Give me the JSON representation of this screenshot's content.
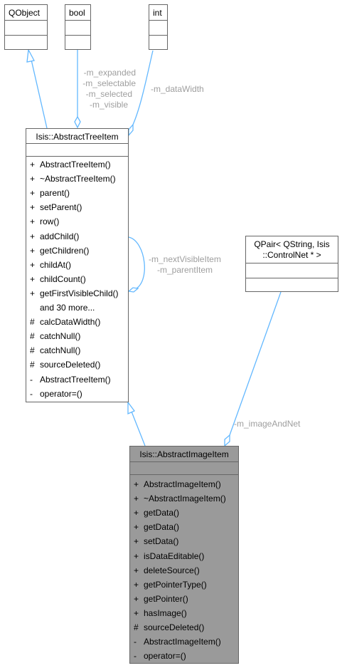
{
  "classes": {
    "qobject": {
      "title": "QObject"
    },
    "bool": {
      "title": "bool"
    },
    "int": {
      "title": "int"
    },
    "qpair": {
      "title_line1": "QPair< QString, Isis",
      "title_line2": "::ControlNet * >"
    },
    "abstract_tree_item": {
      "title": "Isis::AbstractTreeItem",
      "members": [
        {
          "vis": "+",
          "name": "AbstractTreeItem()"
        },
        {
          "vis": "+",
          "name": "~AbstractTreeItem()"
        },
        {
          "vis": "+",
          "name": "parent()"
        },
        {
          "vis": "+",
          "name": "setParent()"
        },
        {
          "vis": "+",
          "name": "row()"
        },
        {
          "vis": "+",
          "name": "addChild()"
        },
        {
          "vis": "+",
          "name": "getChildren()"
        },
        {
          "vis": "+",
          "name": "childAt()"
        },
        {
          "vis": "+",
          "name": "childCount()"
        },
        {
          "vis": "+",
          "name": "getFirstVisibleChild()"
        },
        {
          "vis": "",
          "name": "and 30 more..."
        },
        {
          "vis": "#",
          "name": "calcDataWidth()"
        },
        {
          "vis": "#",
          "name": "catchNull()"
        },
        {
          "vis": "#",
          "name": "catchNull()"
        },
        {
          "vis": "#",
          "name": "sourceDeleted()"
        },
        {
          "vis": "-",
          "name": "AbstractTreeItem()"
        },
        {
          "vis": "-",
          "name": "operator=()"
        }
      ]
    },
    "abstract_image_item": {
      "title": "Isis::AbstractImageItem",
      "members": [
        {
          "vis": "+",
          "name": "AbstractImageItem()"
        },
        {
          "vis": "+",
          "name": "~AbstractImageItem()"
        },
        {
          "vis": "+",
          "name": "getData()"
        },
        {
          "vis": "+",
          "name": "getData()"
        },
        {
          "vis": "+",
          "name": "setData()"
        },
        {
          "vis": "+",
          "name": "isDataEditable()"
        },
        {
          "vis": "+",
          "name": "deleteSource()"
        },
        {
          "vis": "+",
          "name": "getPointerType()"
        },
        {
          "vis": "+",
          "name": "getPointer()"
        },
        {
          "vis": "+",
          "name": "hasImage()"
        },
        {
          "vis": "#",
          "name": "sourceDeleted()"
        },
        {
          "vis": "-",
          "name": "AbstractImageItem()"
        },
        {
          "vis": "-",
          "name": "operator=()"
        }
      ]
    }
  },
  "edge_labels": {
    "bool_members": [
      "-m_expanded",
      "-m_selectable",
      "-m_selected",
      "-m_visible"
    ],
    "int_member": "-m_dataWidth",
    "self_members": [
      "-m_nextVisibleItem",
      "-m_parentItem"
    ],
    "qpair_member": "-m_imageAndNet"
  },
  "colors": {
    "edge": "#63b8ff",
    "box_border": "#666666",
    "highlight_fill": "#9a9a9a",
    "label_text": "#9e9e9e"
  }
}
